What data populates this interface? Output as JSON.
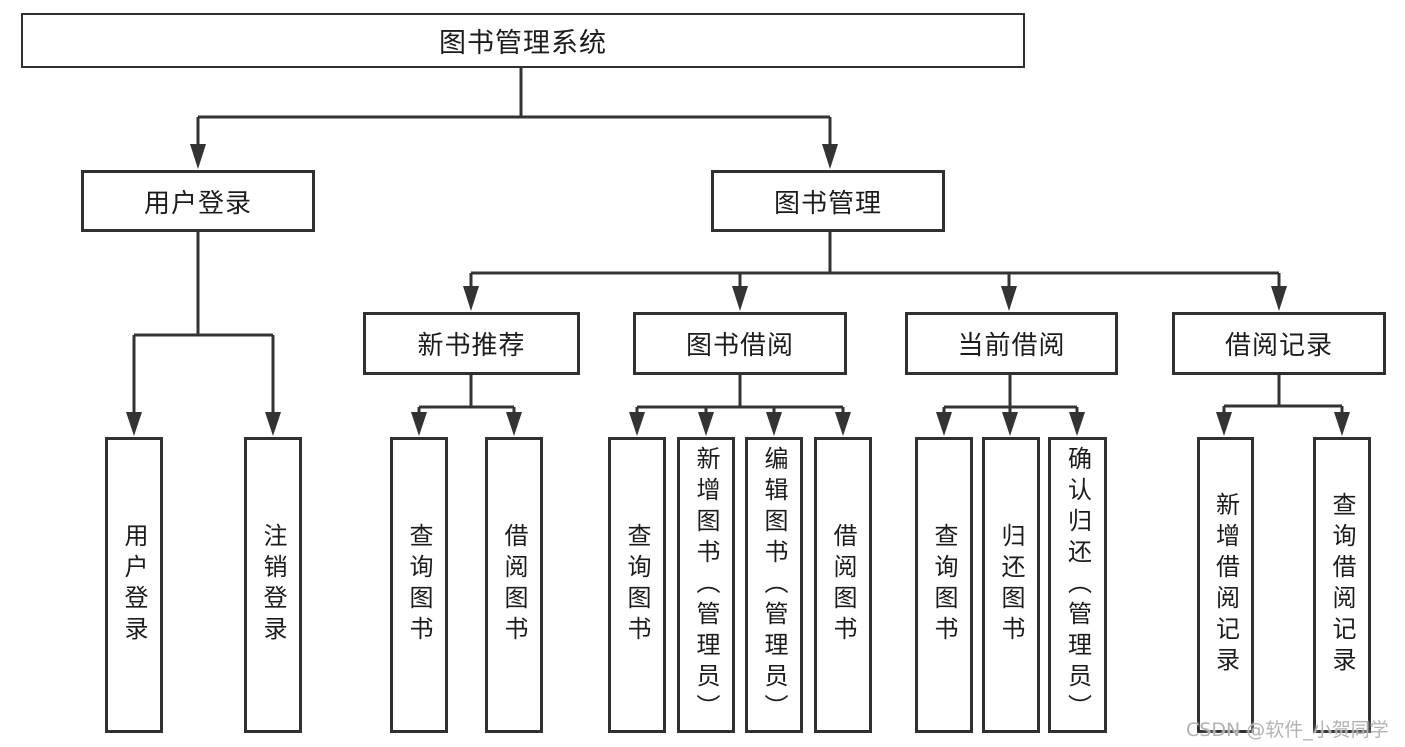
{
  "diagram": {
    "title": "图书管理系统",
    "nodes": {
      "root": {
        "label": "图书管理系统"
      },
      "user_login": {
        "label": "用户登录"
      },
      "book_mgmt": {
        "label": "图书管理"
      },
      "new_book_rec": {
        "label": "新书推荐"
      },
      "book_borrow": {
        "label": "图书借阅"
      },
      "current_borrow": {
        "label": "当前借阅"
      },
      "borrow_record": {
        "label": "借阅记录"
      },
      "leaf_user_login": {
        "label": "用户登录"
      },
      "leaf_logout": {
        "label": "注销登录"
      },
      "leaf_query_books_1": {
        "label": "查询图书"
      },
      "leaf_borrow_books_1": {
        "label": "借阅图书"
      },
      "leaf_query_books_2": {
        "label": "查询图书"
      },
      "leaf_add_book": {
        "label": "新增图书（管理员）"
      },
      "leaf_edit_book": {
        "label": "编辑图书（管理员）"
      },
      "leaf_borrow_books_2": {
        "label": "借阅图书"
      },
      "leaf_query_books_3": {
        "label": "查询图书"
      },
      "leaf_return_book": {
        "label": "归还图书"
      },
      "leaf_confirm_return": {
        "label": "确认归还（管理员）"
      },
      "leaf_add_record": {
        "label": "新增借阅记录"
      },
      "leaf_query_record": {
        "label": "查询借阅记录"
      }
    },
    "edges": [
      {
        "from": "root",
        "to": "user_login"
      },
      {
        "from": "root",
        "to": "book_mgmt"
      },
      {
        "from": "user_login",
        "to": "leaf_user_login"
      },
      {
        "from": "user_login",
        "to": "leaf_logout"
      },
      {
        "from": "book_mgmt",
        "to": "new_book_rec"
      },
      {
        "from": "book_mgmt",
        "to": "book_borrow"
      },
      {
        "from": "book_mgmt",
        "to": "current_borrow"
      },
      {
        "from": "book_mgmt",
        "to": "borrow_record"
      },
      {
        "from": "new_book_rec",
        "to": "leaf_query_books_1"
      },
      {
        "from": "new_book_rec",
        "to": "leaf_borrow_books_1"
      },
      {
        "from": "book_borrow",
        "to": "leaf_query_books_2"
      },
      {
        "from": "book_borrow",
        "to": "leaf_add_book"
      },
      {
        "from": "book_borrow",
        "to": "leaf_edit_book"
      },
      {
        "from": "book_borrow",
        "to": "leaf_borrow_books_2"
      },
      {
        "from": "current_borrow",
        "to": "leaf_query_books_3"
      },
      {
        "from": "current_borrow",
        "to": "leaf_return_book"
      },
      {
        "from": "current_borrow",
        "to": "leaf_confirm_return"
      },
      {
        "from": "borrow_record",
        "to": "leaf_add_record"
      },
      {
        "from": "borrow_record",
        "to": "leaf_query_record"
      }
    ],
    "colors": {
      "line": "#333333",
      "box_border": "#303030",
      "text": "#1c1c1c",
      "background": "#ffffff",
      "watermark": "#b3b3b3"
    }
  },
  "watermark": {
    "text": "CSDN @软件_小贺同学"
  }
}
